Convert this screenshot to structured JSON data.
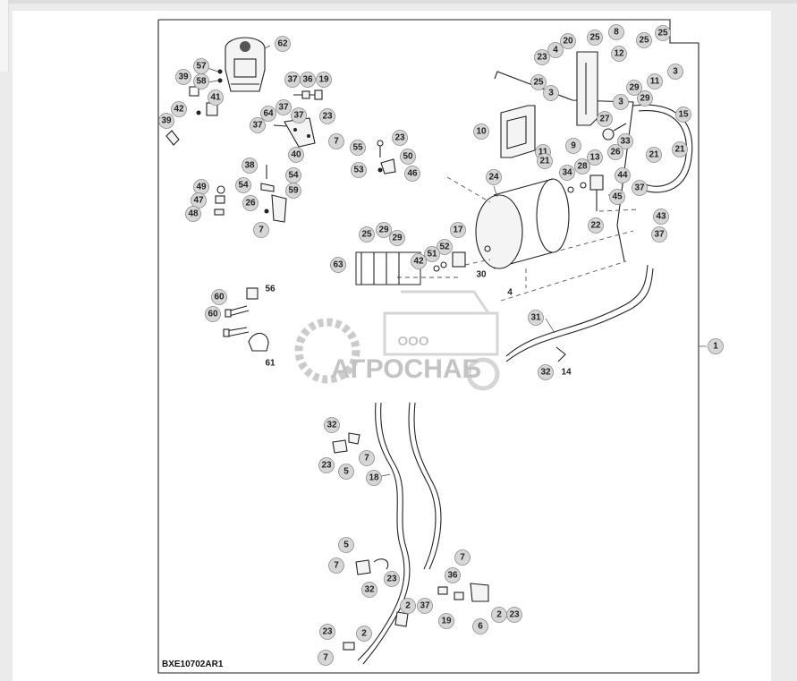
{
  "drawing_id": "BXE10702AR1",
  "watermark": {
    "company": "ООО",
    "brand": "АГРОСНАБ"
  },
  "callouts": [
    "62",
    "57",
    "58",
    "39",
    "41",
    "42",
    "39",
    "37",
    "36",
    "19",
    "64",
    "37",
    "37",
    "23",
    "37",
    "7",
    "40",
    "55",
    "23",
    "50",
    "53",
    "46",
    "38",
    "54",
    "54",
    "59",
    "26",
    "7",
    "49",
    "47",
    "48",
    "25",
    "20",
    "8",
    "4",
    "12",
    "23",
    "25",
    "25",
    "3",
    "11",
    "3",
    "25",
    "3",
    "29",
    "29",
    "10",
    "27",
    "15",
    "11",
    "21",
    "9",
    "33",
    "26",
    "21",
    "21",
    "24",
    "34",
    "28",
    "13",
    "44",
    "37",
    "45",
    "43",
    "22",
    "37",
    "25",
    "29",
    "29",
    "17",
    "52",
    "51",
    "42",
    "63",
    "30",
    "4",
    "60",
    "56",
    "60",
    "61",
    "31",
    "1",
    "32",
    "14",
    "32",
    "7",
    "23",
    "5",
    "18",
    "5",
    "7",
    "32",
    "23",
    "7",
    "36",
    "37",
    "19",
    "2",
    "6",
    "2",
    "23",
    "23",
    "2",
    "7"
  ],
  "plain_labels": [
    "30",
    "4",
    "56",
    "61",
    "14"
  ]
}
